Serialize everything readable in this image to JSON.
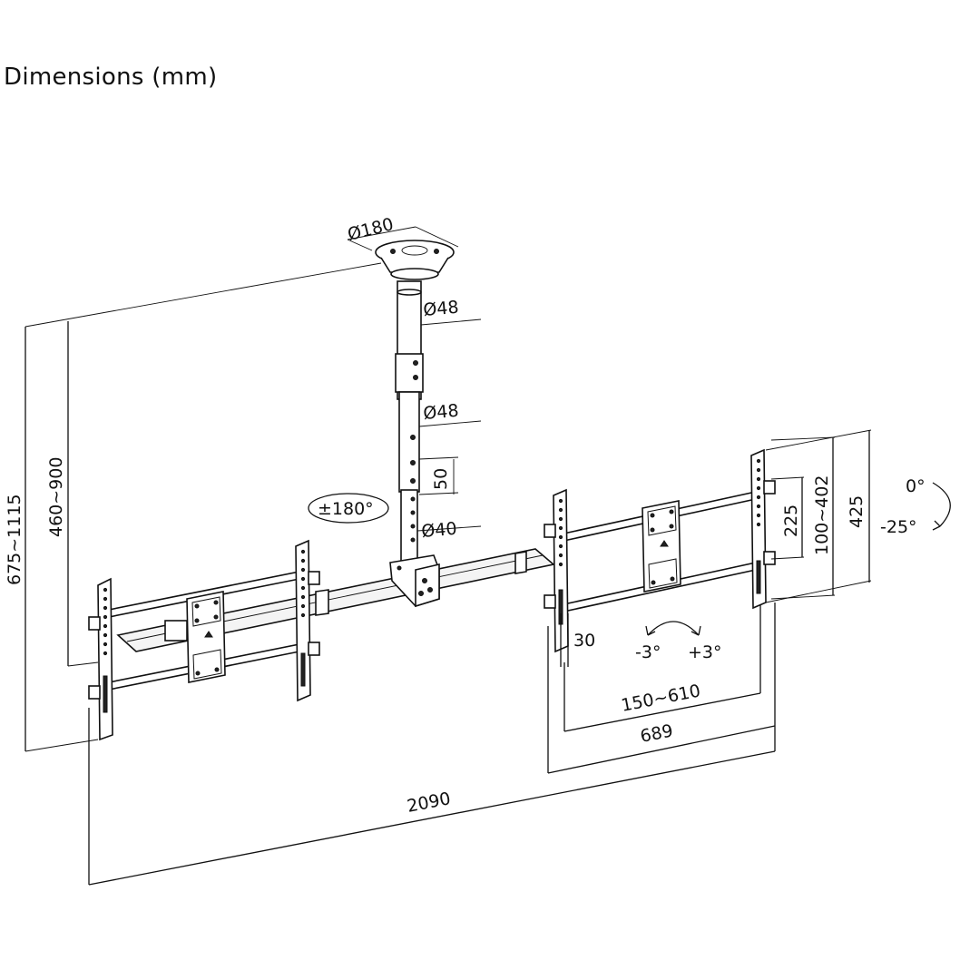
{
  "title": "Dimensions (mm)",
  "labels": {
    "plate_diameter": "Ø180",
    "pole_upper_diameter": "Ø48",
    "pole_middle_diameter": "Ø48",
    "pole_hole_pitch": "50",
    "pole_lower_diameter": "Ø40",
    "swivel": "±180°",
    "drop_outer": "675~1115",
    "drop_inner": "460~900",
    "vertical_hole_pitch": "225",
    "vesa_vertical": "100~402",
    "bracket_height": "425",
    "tilt_up": "0°",
    "tilt_down": "-25°",
    "bracket_width": "30",
    "roll_left": "-3°",
    "roll_right": "+3°",
    "vesa_horizontal": "150~610",
    "arm_span": "689",
    "total_width": "2090"
  },
  "colors": {
    "line": "#111111",
    "background": "#ffffff",
    "bar_fill": "#f2f2f2"
  }
}
